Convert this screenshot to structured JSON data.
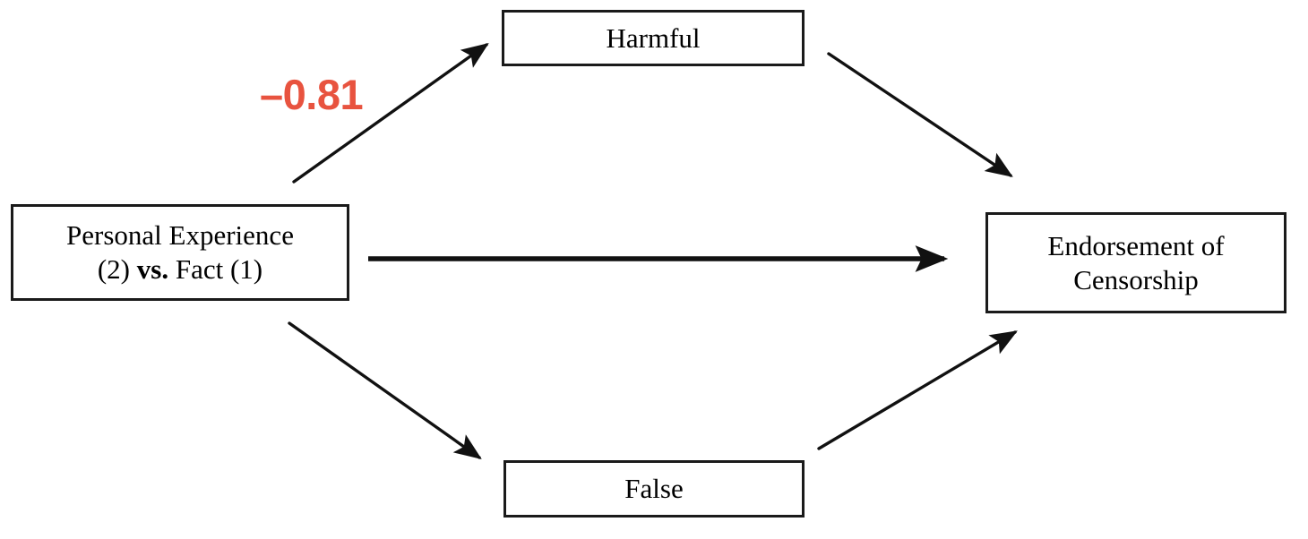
{
  "diagram": {
    "type": "mediation-path-diagram",
    "background_color": "#ffffff",
    "line_color": "#1a1a1a",
    "accent_color": "#e8533f",
    "nodes": {
      "predictor": {
        "line1": "Personal Experience",
        "line2_before": "(2) ",
        "line2_bold": "vs.",
        "line2_after": " Fact (1)"
      },
      "mediator_top": {
        "label": "Harmful"
      },
      "mediator_bottom": {
        "label": "False"
      },
      "outcome": {
        "line1": "Endorsement of",
        "line2": "Censorship"
      }
    },
    "labels": {
      "path_a_harmful": "–0.81"
    },
    "edges": [
      {
        "name": "predictor-to-harmful",
        "from": "Personal Experience (2) vs. Fact (1)",
        "to": "Harmful",
        "coefficient": "–0.81"
      },
      {
        "name": "harmful-to-outcome",
        "from": "Harmful",
        "to": "Endorsement of Censorship",
        "coefficient": ""
      },
      {
        "name": "predictor-to-outcome",
        "from": "Personal Experience (2) vs. Fact (1)",
        "to": "Endorsement of Censorship",
        "coefficient": ""
      },
      {
        "name": "predictor-to-false",
        "from": "Personal Experience (2) vs. Fact (1)",
        "to": "False",
        "coefficient": ""
      },
      {
        "name": "false-to-outcome",
        "from": "False",
        "to": "Endorsement of Censorship",
        "coefficient": ""
      }
    ]
  }
}
